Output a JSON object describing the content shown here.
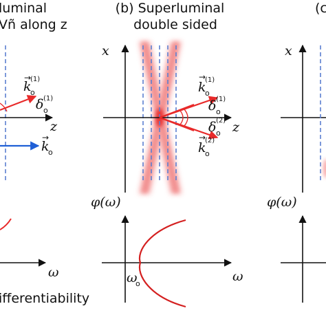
{
  "colors": {
    "axis": "#111111",
    "beam": "#e82a2a",
    "beam_glow": "#f26a6a",
    "wavevector_blue": "#1f5fd6",
    "dashed_planes": "#5b7fd0",
    "text": "#111111"
  },
  "panel_a": {
    "title_line1": "luminal",
    "title_line2": "Vñ along z",
    "axis_z": "z",
    "k1_label": "k",
    "k1_sub": "o",
    "k1_sup": "(1)",
    "delta_label": "δ",
    "delta_sub": "o",
    "delta_sup": "(1)",
    "k_blue_label": "k",
    "k_blue_sub": "o",
    "bottom_text": "ifferentiability",
    "bottom_axis_omega": "ω"
  },
  "panel_b": {
    "title_line1": "(b) Superluminal",
    "title_line2": "double sided",
    "axis_x": "x",
    "axis_z": "z",
    "k1_label": "k",
    "k1_sub": "o",
    "k1_sup": "(1)",
    "delta1_label": "δ",
    "delta1_sub": "o",
    "delta1_sup": "(1)",
    "delta2_label": "δ",
    "delta2_sub": "o",
    "delta2_sup": "(2)",
    "k2_label": "k",
    "k2_sub": "o",
    "k2_sup": "(2)",
    "phase_axis_label": "φ(ω)",
    "omega_axis_label": "ω",
    "omega0_label": "ω",
    "omega0_sub": "o"
  },
  "panel_c": {
    "title_partial": "(c",
    "axis_x": "x",
    "phase_axis_label": "φ(ω)"
  }
}
